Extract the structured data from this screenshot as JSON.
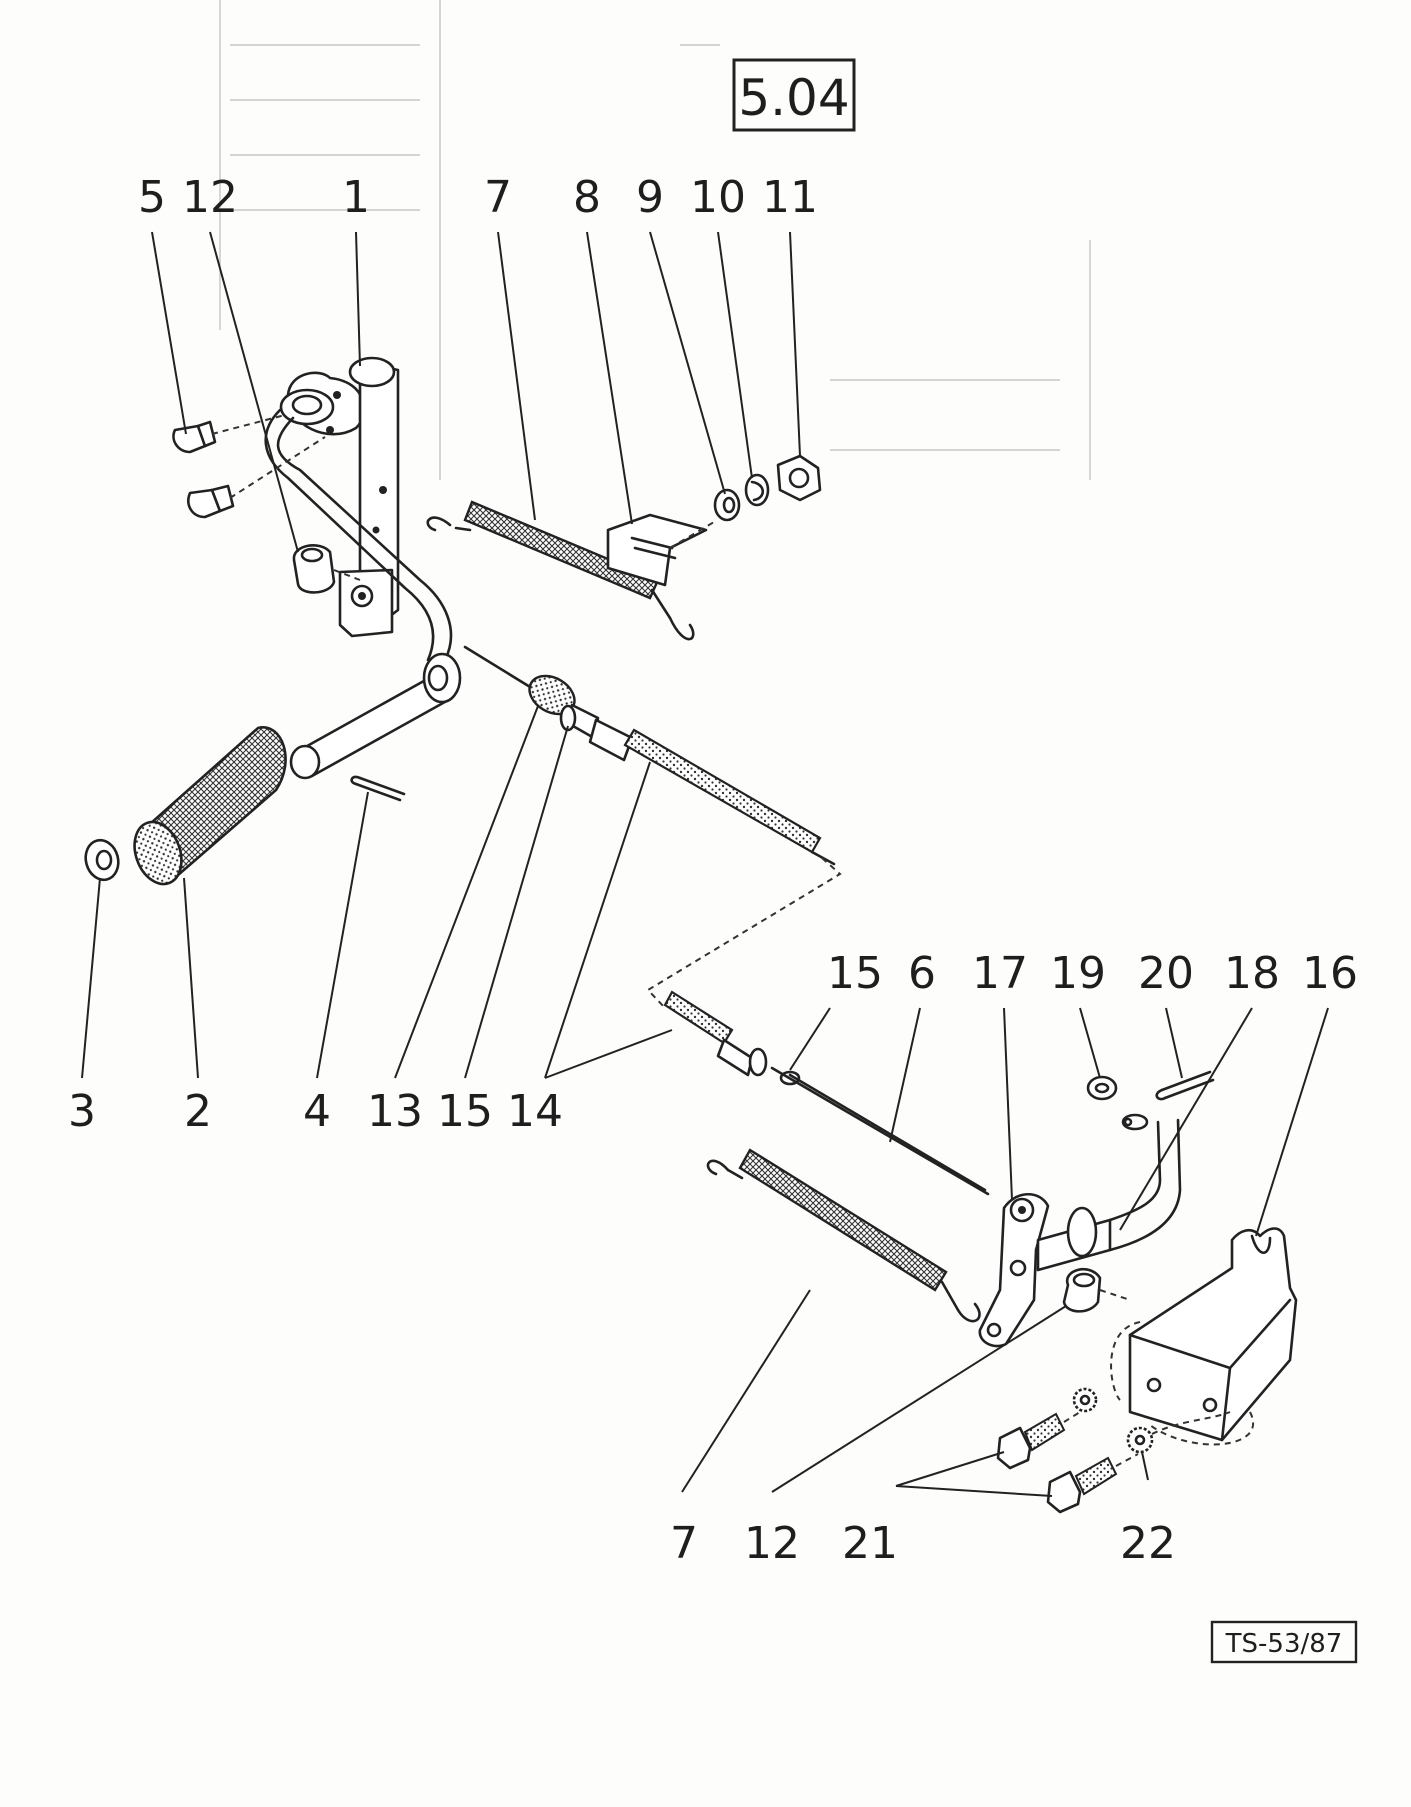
{
  "sheet_number": "5.04",
  "drawing_reference": "TS-53/87",
  "part_labels": {
    "l5": "5",
    "l12a": "12",
    "l1": "1",
    "l7a": "7",
    "l8": "8",
    "l9": "9",
    "l10": "10",
    "l11": "11",
    "l3": "3",
    "l2": "2",
    "l4": "4",
    "l13": "13",
    "l15a": "15",
    "l14": "14",
    "l15b": "15",
    "l6": "6",
    "l17": "17",
    "l19": "19",
    "l20": "20",
    "l18": "18",
    "l16": "16",
    "l7b": "7",
    "l12b": "12",
    "l21": "21",
    "l22": "22"
  },
  "colors": {
    "ink": "#222222",
    "paper": "#fdfdfc"
  }
}
